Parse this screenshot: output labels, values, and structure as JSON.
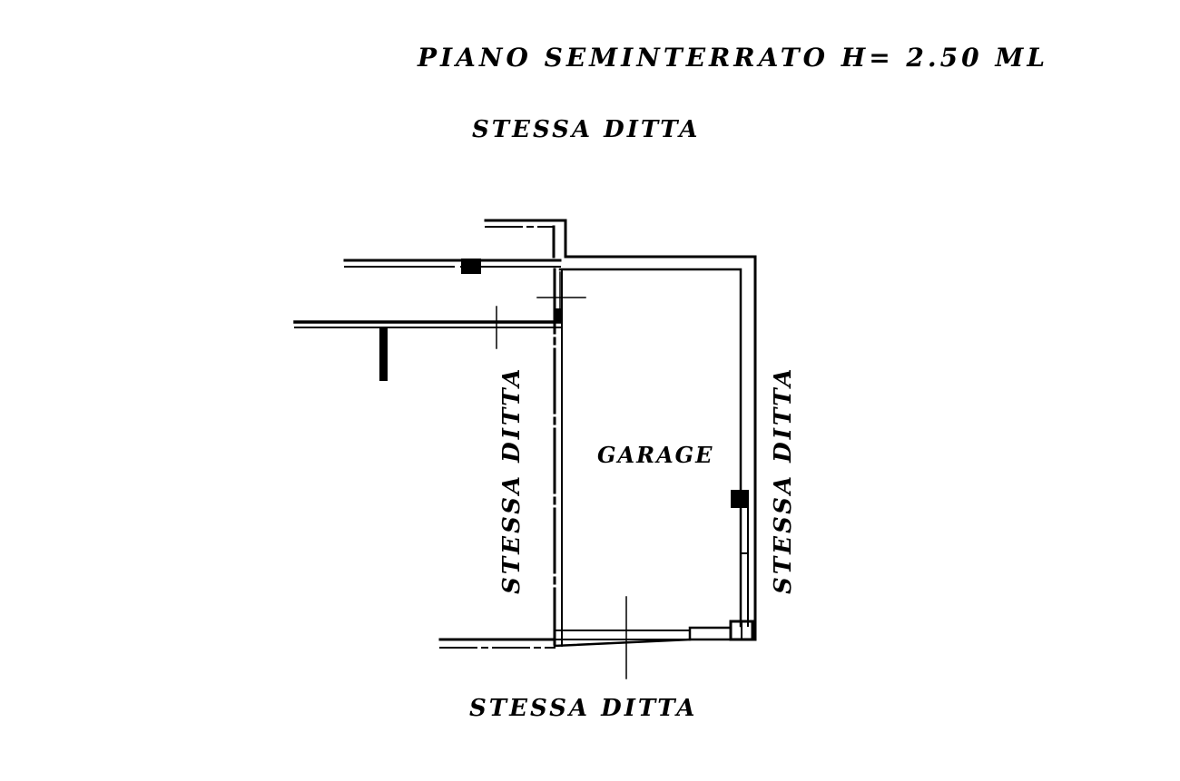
{
  "title": "PIANO  SEMINTERRATO  H= 2.50 ML",
  "labels": {
    "top": "STESSA  DITTA",
    "left": "STESSA  DITTA",
    "right": "STESSA  DITTA",
    "bottom": "STESSA  DITTA"
  },
  "room": {
    "name": "GARAGE"
  },
  "colors": {
    "ink": "#000000",
    "paper": "#ffffff"
  }
}
